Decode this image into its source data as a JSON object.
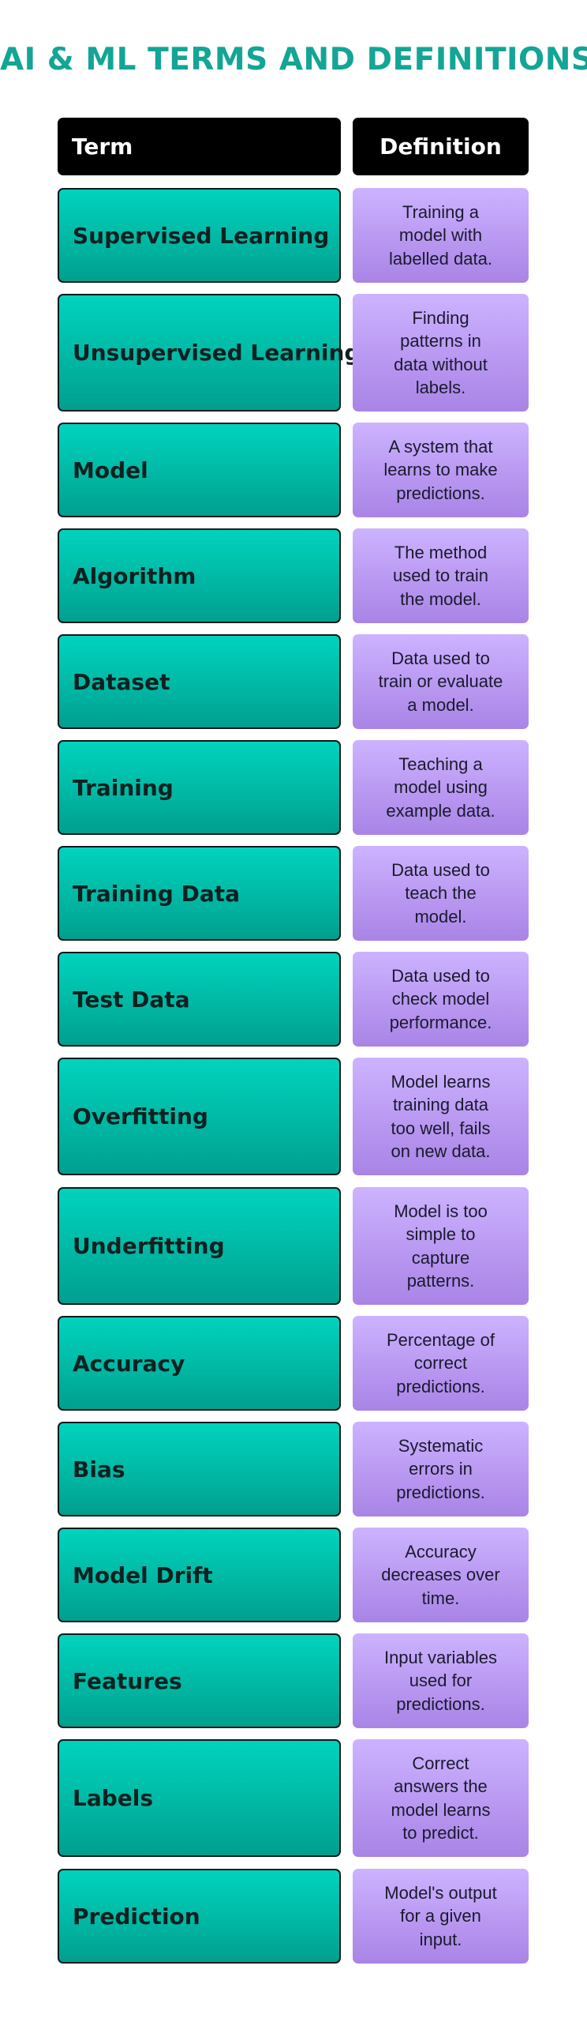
{
  "title": "AI & ML TERMS AND DEFINITIONS",
  "header": {
    "term": "Term",
    "definition": "Definition"
  },
  "rows": [
    {
      "term": "Supervised Learning",
      "definition": "Training a model with labelled data."
    },
    {
      "term": "Unsupervised Learning",
      "definition": "Finding patterns in data without labels."
    },
    {
      "term": "Model",
      "definition": "A system that learns to make predictions."
    },
    {
      "term": "Algorithm",
      "definition": "The method used to train the model."
    },
    {
      "term": "Dataset",
      "definition": "Data used to train or evaluate a model."
    },
    {
      "term": "Training",
      "definition": "Teaching a model using example data."
    },
    {
      "term": "Training Data",
      "definition": "Data used to teach the model."
    },
    {
      "term": "Test Data",
      "definition": "Data used to check model performance."
    },
    {
      "term": "Overfitting",
      "definition": "Model learns training data too well, fails on new data."
    },
    {
      "term": "Underfitting",
      "definition": "Model is too simple to capture patterns."
    },
    {
      "term": "Accuracy",
      "definition": "Percentage of correct predictions."
    },
    {
      "term": "Bias",
      "definition": "Systematic errors in predictions."
    },
    {
      "term": "Model Drift",
      "definition": "Accuracy decreases over time."
    },
    {
      "term": "Features",
      "definition": "Input variables used for predictions."
    },
    {
      "term": "Labels",
      "definition": "Correct answers the model learns to predict."
    },
    {
      "term": "Prediction",
      "definition": "Model's output for a given input."
    }
  ]
}
